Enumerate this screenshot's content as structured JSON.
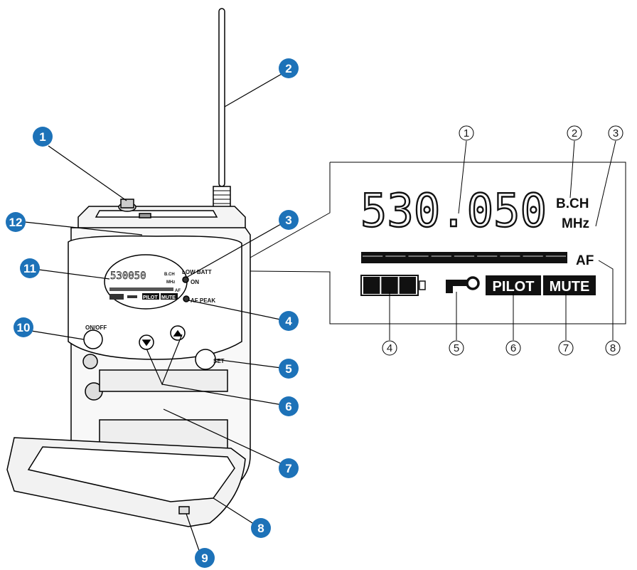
{
  "device": {
    "labels": {
      "low_batt": "LOW BATT",
      "on": "ON",
      "af_peak": "AF PEAK",
      "on_off": "ON/OFF",
      "set": "SET"
    },
    "mini_display": {
      "frequency": "530050",
      "bch": "B.CH",
      "mhz": "MHz",
      "af": "AF",
      "pilot": "PILOT",
      "mute": "MUTE"
    },
    "callouts": [
      "1",
      "2",
      "3",
      "4",
      "5",
      "6",
      "7",
      "8",
      "9",
      "10",
      "11",
      "12"
    ]
  },
  "lcd": {
    "frequency": "530.050",
    "bch": "B.CH",
    "mhz": "MHz",
    "af": "AF",
    "pilot": "PILOT",
    "mute": "MUTE",
    "callouts": [
      "1",
      "2",
      "3",
      "4",
      "5",
      "6",
      "7",
      "8"
    ],
    "af_meter_segments": 9,
    "battery_segments": 3
  },
  "colors": {
    "callout_fill": "#1d72b8",
    "line": "#000000"
  }
}
